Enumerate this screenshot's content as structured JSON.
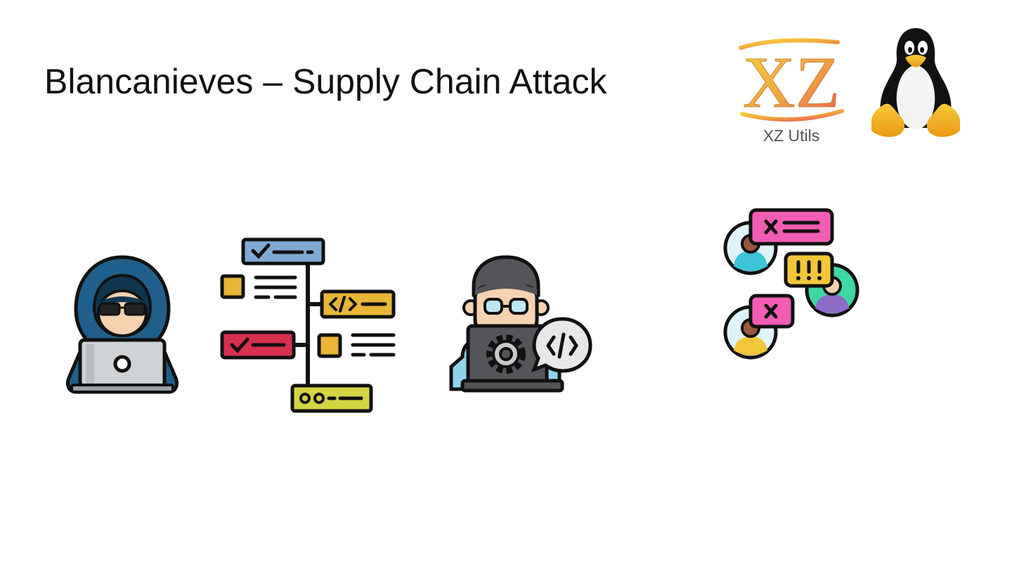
{
  "slide": {
    "title": "Blancanieves – Supply Chain Attack",
    "xz_logo": {
      "icon": "xz-utils-logo-icon",
      "text": "XZ",
      "caption": "XZ Utils"
    },
    "tux_icon": "tux-penguin-icon",
    "illustrations": [
      "hooded-hacker-laptop-icon",
      "code-workflow-diagram-icon",
      "developer-laptop-code-icon",
      "users-chat-alerts-icon"
    ],
    "colors": {
      "title": "#111111",
      "caption": "#555555",
      "hood": "#1f5f8b",
      "xz_gradient_start": "#f7d23a",
      "xz_gradient_end": "#ec6a55"
    }
  }
}
